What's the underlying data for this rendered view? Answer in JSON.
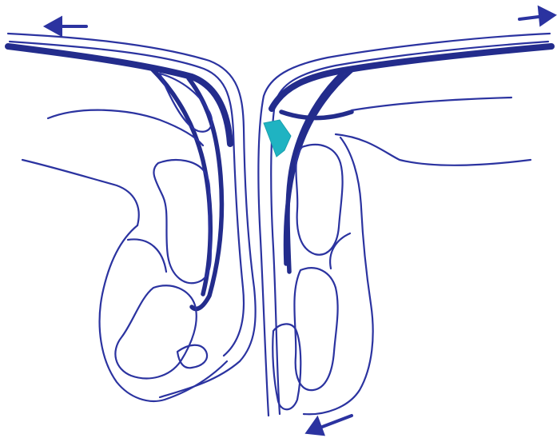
{
  "diagram": {
    "title": "",
    "colors": {
      "outline": "#2b33a0",
      "tendon": "#232c8c",
      "highlight": "#1fb3c2",
      "background": "#ffffff"
    },
    "arrows": [
      {
        "name": "left-arrow-icon",
        "direction": "left"
      },
      {
        "name": "right-arrow-icon",
        "direction": "right"
      },
      {
        "name": "bottom-arrow-icon",
        "direction": "down-left"
      }
    ]
  }
}
